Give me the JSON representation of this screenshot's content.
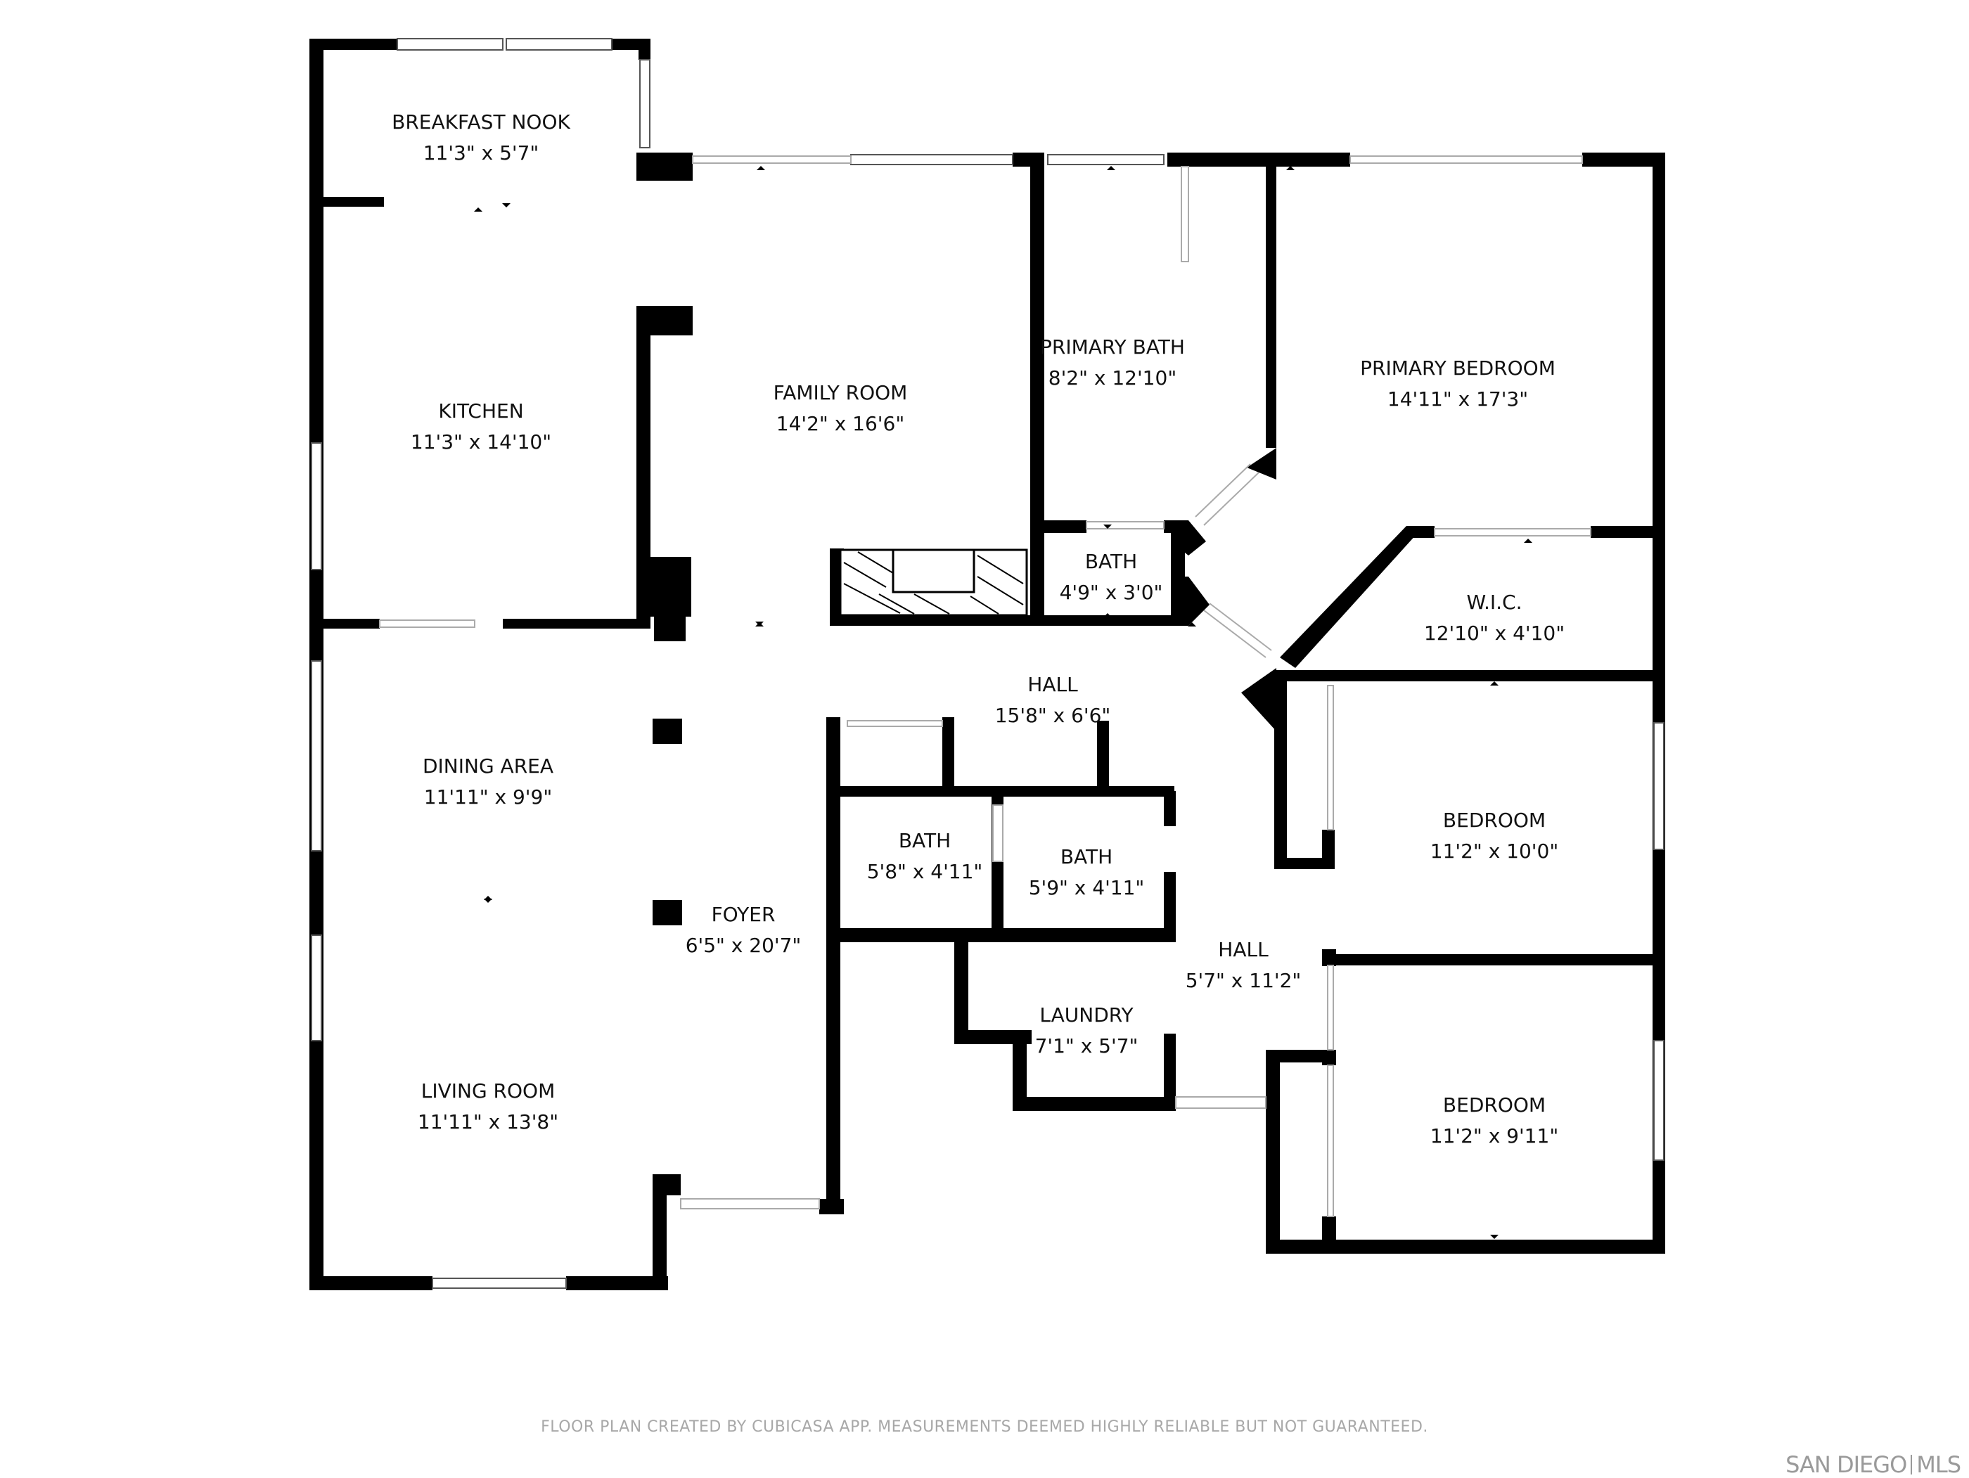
{
  "rooms": [
    {
      "name": "BREAKFAST NOOK",
      "dim": "11'3\" x 5'7\""
    },
    {
      "name": "KITCHEN",
      "dim": "11'3\" x 14'10\""
    },
    {
      "name": "FAMILY ROOM",
      "dim": "14'2\" x 16'6\""
    },
    {
      "name": "PRIMARY BATH",
      "dim": "8'2\" x 12'10\""
    },
    {
      "name": "PRIMARY BEDROOM",
      "dim": "14'11\" x 17'3\""
    },
    {
      "name": "BATH",
      "dim": "4'9\" x 3'0\""
    },
    {
      "name": "W.I.C.",
      "dim": "12'10\" x 4'10\""
    },
    {
      "name": "HALL",
      "dim": "15'8\" x 6'6\""
    },
    {
      "name": "DINING AREA",
      "dim": "11'11\" x 9'9\""
    },
    {
      "name": "BATH",
      "dim": "5'8\" x 4'11\""
    },
    {
      "name": "BATH",
      "dim": "5'9\" x 4'11\""
    },
    {
      "name": "FOYER",
      "dim": "6'5\" x 20'7\""
    },
    {
      "name": "HALL",
      "dim": "5'7\" x 11'2\""
    },
    {
      "name": "BEDROOM",
      "dim": "11'2\" x 10'0\""
    },
    {
      "name": "LAUNDRY",
      "dim": "7'1\" x 5'7\""
    },
    {
      "name": "LIVING ROOM",
      "dim": "11'11\" x 13'8\""
    },
    {
      "name": "BEDROOM",
      "dim": "11'2\" x 9'11\""
    }
  ],
  "footer": {
    "disclaimer": "FLOOR PLAN CREATED BY CUBICASA APP. MEASUREMENTS DEEMED HIGHLY RELIABLE BUT NOT GUARANTEED.",
    "mls_left": "SAN DIEGO",
    "mls_right": "MLS"
  }
}
